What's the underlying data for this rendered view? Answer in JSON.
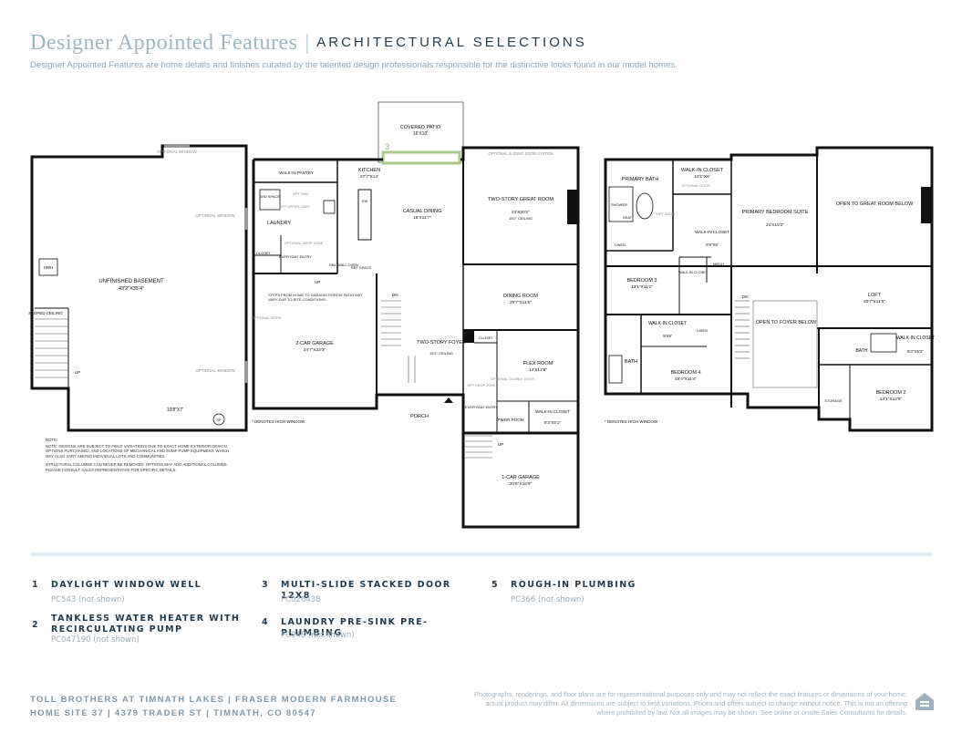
{
  "header": {
    "title": "Designer Appointed Features",
    "separator": "|",
    "subtitle": "ARCHITECTURAL SELECTIONS",
    "description": "Designer Appointed Features are home details and finishes curated by the talented design professionals responsible for the distinctive looks found in our model homes."
  },
  "basement": {
    "optional_window_top": "OPTIONAL WINDOW",
    "optional_window_right": "OPTIONAL WINDOW",
    "optional_window_lower": "OPTIONAL WINDOW",
    "room": "UNFINISHED BASEMENT",
    "room_dim": "43'2\"X35'4\"",
    "hwh": "HWH",
    "sloped_ceiling": "SLOPED CEILING",
    "up": "UP",
    "ceiling_height": "19'8\"X7'",
    "sp": "SP"
  },
  "main_floor": {
    "covered_patio": "COVERED PATIO",
    "covered_patio_dim": "16'X10'",
    "callout_3": "3",
    "optional_sliding_door": "OPTIONAL SLIDING DOOR SYSTEM",
    "walk_in_pantry": "WALK-IN PANTRY",
    "kitchen": "KITCHEN",
    "kitchen_dim": "27'7\"X14'",
    "wd_space": "W/D SPACE",
    "opt_sink": "OPT SINK",
    "opt_upper_cabs": "OPT UPPER CABS",
    "dw": "DW",
    "laundry": "LAUNDRY",
    "casual_dining": "CASUAL DINING",
    "casual_dining_dim": "19'X11'7\"",
    "great_room": "TWO-STORY GREAT ROOM",
    "great_room_dim": "21'X20'1\"",
    "great_room_ceiling": "19'2\" CEILING",
    "optional_drop_zone": "OPTIONAL DROP ZONE",
    "closet": "CLOSET",
    "everyday_entry": "EVERYDAY ENTRY",
    "dbl_wall_oven": "DBL WALL OVEN",
    "ref_space": "REF SPACE",
    "up": "UP",
    "steps_note": "STEPS FROM HOME TO GARAGE/ PORCH/ PATIO MAY VARY DUE TO SITE CONDITIONS.",
    "optional_door": "OPTIONAL DOOR",
    "dn": "DN",
    "dining_room": "DINING ROOM",
    "dining_room_dim": "20'7\"X11'5\"",
    "garage2": "2-CAR GARAGE",
    "garage2_dim": "24'7\"X22'3\"",
    "foyer": "TWO-STORY FOYER",
    "foyer_ceiling": "19'2\" CEILING",
    "foyer_closet": "CLOSET",
    "flex_room": "FLEX ROOM",
    "flex_room_dim": "14'X12'8\"",
    "optional_double_door": "OPTIONAL DOUBLE DOOR",
    "opt_drop_zone": "OPT DROP ZONE",
    "everyday_entry_2": "EVERYDAY ENTRY",
    "walk_in_closet": "WALK-IN CLOSET",
    "walk_in_closet_dim": "8'3\"X5'1\"",
    "pwdr_room": "PWDR ROOM",
    "porch": "PORCH",
    "high_window_note": "DENOTES HIGH WINDOW",
    "garage1": "1-CAR GARAGE",
    "garage1_dim": "20'5\"X16'9\"",
    "up_garage": "UP"
  },
  "notes": {
    "note1": "NOTE: DESIGNS ARE SUBJECT TO FIELD VARIATIONS DUE TO EXACT HOME EXTERIOR DESIGN, OPTIONS PURCHASED, AND LOCATIONS OF MECHANICAL AND SUMP PUMP EQUIPMENT, WHICH MAY ALSO VARY AMONG INDIVIDUAL LOTS AND COMMUNITIES.",
    "note2": "STRUCTURAL COLUMNS CAN NEVER BE REMOVED. OPTIONS MAY ADD ADDITIONAL COLUMNS. PLEASE CONSULT SALES REPRESENTATIVE FOR SPECIFIC DETAILS."
  },
  "upper_floor": {
    "primary_bath": "PRIMARY BATH",
    "shower": "SHOWER",
    "seat": "SEAT",
    "linen": "LINEN",
    "walk_in_closet_top": "WALK-IN CLOSET",
    "walk_in_closet_top_dim": "10'1\"X6'",
    "optional_door": "OPTIONAL DOOR",
    "opt_door": "OPT DOOR",
    "primary_suite": "PRIMARY BEDROOM SUITE",
    "primary_suite_dim": "21'X15'2\"",
    "walk_in_closet_small": "WALK-IN CLOSET",
    "walk_in_closet_small_dim": "6'8\"X6'",
    "open_great_room": "OPEN TO GREAT ROOM BELOW",
    "bedroom3": "BEDROOM 3",
    "bedroom3_dim": "13'1\"X11'1\"",
    "walk_in_closet_b3": "WALK-IN CLOSET",
    "mech": "MECH",
    "dn": "DN",
    "loft": "LOFT",
    "loft_dim": "20'7\"X11'5\"",
    "open_foyer": "OPEN TO FOYER BELOW",
    "walk_in_closet_b4": "WALK-IN CLOSET",
    "walk_in_closet_b4_dim": "9'X5'",
    "linen2": "LINEN",
    "bath": "BATH",
    "bath2": "BATH",
    "walk_in_closet_b2": "WALK-IN CLOSET",
    "walk_in_closet_b2_dim": "5'3\"X5'2\"",
    "bedroom4": "BEDROOM 4",
    "bedroom4_dim": "15'4\"X11'4\"",
    "storage": "STORAGE",
    "bedroom2": "BEDROOM 2",
    "bedroom2_dim": "14'1\"X12'5\"",
    "high_window_note": "DENOTES HIGH WINDOW"
  },
  "features": [
    {
      "num": "1",
      "title": "DAYLIGHT WINDOW WELL",
      "code": "PC543 (not shown)"
    },
    {
      "num": "2",
      "title": "TANKLESS WATER HEATER WITH RECIRCULATING PUMP",
      "code": "PC047190 (not shown)"
    },
    {
      "num": "3",
      "title": "MULTI-SLIDE STACKED DOOR 12X8",
      "code": "PC026438"
    },
    {
      "num": "4",
      "title": "LAUNDRY PRE-SINK PRE-PLUMBING",
      "code": "PC048 (not shown)"
    },
    {
      "num": "5",
      "title": "ROUGH-IN PLUMBING",
      "code": "PC366 (not shown)"
    }
  ],
  "footer": {
    "line1": "TOLL BROTHERS AT TIMNATH LAKES | FRASER MODERN FARMHOUSE",
    "line2": "HOME SITE 37 | 4379 TRADER ST | TIMNATH, CO 80547",
    "disclaimer": "Photographs, renderings, and floor plans are for representational purposes only and may not reflect the exact features or dimensions of your home; actual product may differ. All dimensions are subject to field variations. Prices and offers subject to change without notice. This is not an offering where prohibited by law. Not all images may be shown. See online or onsite Sales Consultants for details.",
    "logo_icon": "equal-housing-opportunity-icon"
  },
  "colors": {
    "title": "#9db6c4",
    "accent_navy": "#1f3a4d",
    "callout_green": "#a8c987",
    "rule": "#e3ecf1"
  }
}
